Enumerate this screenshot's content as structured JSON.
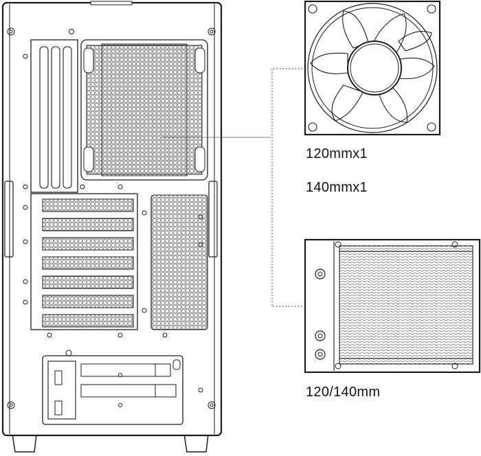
{
  "labels": {
    "fan_120": "120mmx1",
    "fan_140": "140mmx1",
    "radiator": "120/140mm"
  },
  "colors": {
    "line": "#1a1a1a",
    "leader": "#555555",
    "fill": "#ffffff"
  },
  "icons": {
    "fan": "fan-icon",
    "radiator": "radiator-icon",
    "case": "case-rear-panel-drawing"
  }
}
